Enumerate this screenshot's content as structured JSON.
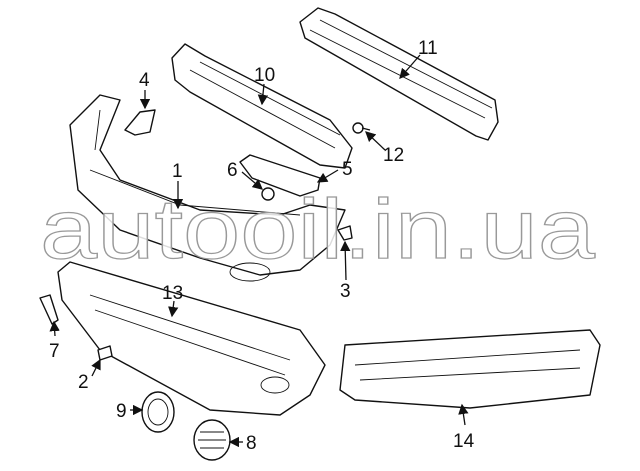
{
  "diagram": {
    "title": "Front bumper components",
    "callouts": [
      "1",
      "2",
      "3",
      "4",
      "5",
      "6",
      "7",
      "8",
      "9",
      "10",
      "11",
      "12",
      "13",
      "14"
    ]
  },
  "watermark": "autooil.in.ua"
}
